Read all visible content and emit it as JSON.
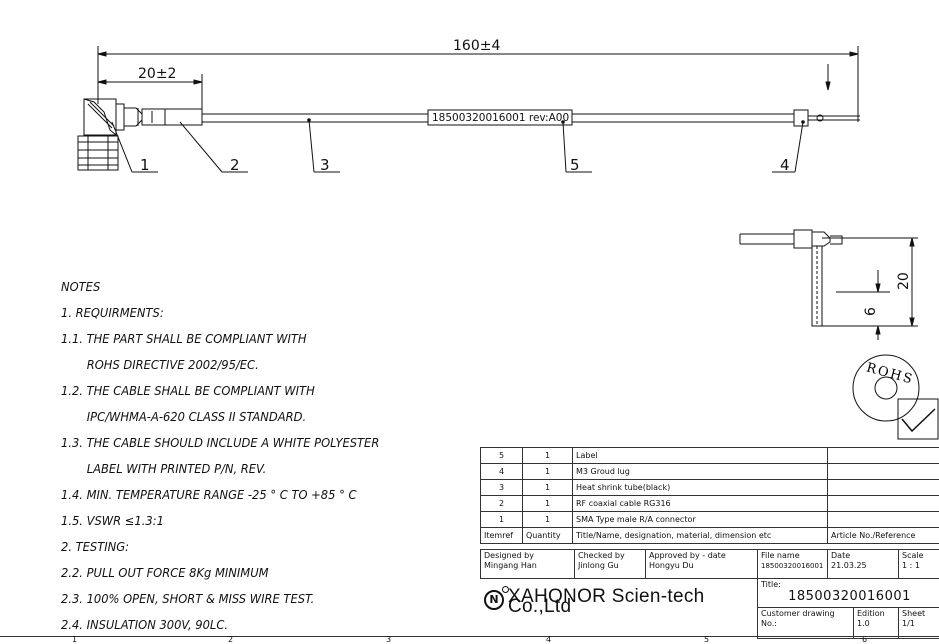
{
  "dimensions": {
    "overall": "160±4",
    "connector": "20±2",
    "lug_height": "20",
    "lug_offset": "6"
  },
  "callouts": [
    "1",
    "2",
    "3",
    "5",
    "4"
  ],
  "cable_label": "18500320016001 rev:A00",
  "rohs_mark": "ROHS",
  "notes": [
    {
      "text": "NOTES",
      "indent": false
    },
    {
      "text": "1. REQUIRMENTS:",
      "indent": false
    },
    {
      "text": "1.1. THE PART SHALL BE COMPLIANT WITH",
      "indent": false
    },
    {
      "text": "ROHS DIRECTIVE 2002/95/EC.",
      "indent": true
    },
    {
      "text": "1.2. THE CABLE SHALL BE COMPLIANT WITH",
      "indent": false
    },
    {
      "text": "IPC/WHMA-A-620 CLASS II STANDARD.",
      "indent": true
    },
    {
      "text": "1.3. THE CABLE SHOULD INCLUDE A WHITE POLYESTER",
      "indent": false
    },
    {
      "text": "LABEL WITH PRINTED P/N, REV.",
      "indent": true
    },
    {
      "text": "1.4. MIN. TEMPERATURE RANGE -25 ° C TO +85 ° C",
      "indent": false
    },
    {
      "text": "1.5. VSWR ≤1.3:1",
      "indent": false
    },
    {
      "text": "2. TESTING:",
      "indent": false
    },
    {
      "text": "2.2. PULL OUT FORCE 8Kg MINIMUM",
      "indent": false
    },
    {
      "text": "2.3. 100% OPEN, SHORT & MISS WIRE TEST.",
      "indent": false
    },
    {
      "text": "2.4. INSULATION 300V, 90LC.",
      "indent": false
    }
  ],
  "bom": {
    "rows": [
      {
        "item": "5",
        "qty": "1",
        "desc": "Label"
      },
      {
        "item": "4",
        "qty": "1",
        "desc": "M3 Groud lug"
      },
      {
        "item": "3",
        "qty": "1",
        "desc": "Heat shrink tube(black)"
      },
      {
        "item": "2",
        "qty": "1",
        "desc": "RF coaxial cable RG316"
      },
      {
        "item": "1",
        "qty": "1",
        "desc": "SMA Type male R/A connector"
      }
    ],
    "header": {
      "item": "Itemref",
      "qty": "Quantity",
      "desc": "Title/Name, designation, material, dimension etc",
      "ref": "Article No./Reference"
    }
  },
  "title_block": {
    "designed_label": "Designed by",
    "designed_value": "Mingang Han",
    "checked_label": "Checked by",
    "checked_value": "Jinlong Gu",
    "approved_label": "Approved by - date",
    "approved_value": "Hongyu Du",
    "file_label": "File name",
    "file_value": "18500320016001",
    "date_label": "Date",
    "date_value": "21.03.25",
    "scale_label": "Scale",
    "scale_value": "1 : 1",
    "company": "XAHONOR Scien-tech Co.,Ltd",
    "logo_letter": "N",
    "title_label": "Title:",
    "title_value": "18500320016001",
    "customer_label": "Customer drawing No.:",
    "edition_label": "Edition",
    "edition_value": "1.0",
    "sheet_label": "Sheet",
    "sheet_value": "1/1"
  },
  "grid_numbers": [
    "1",
    "2",
    "3",
    "4",
    "5",
    "6"
  ]
}
